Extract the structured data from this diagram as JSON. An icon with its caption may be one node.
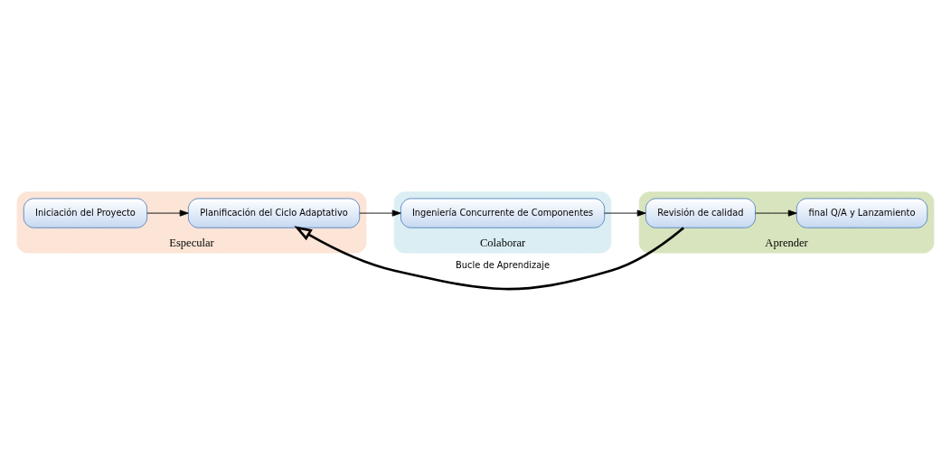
{
  "diagram": {
    "nodes": [
      {
        "text": [
          "Especular"
        ]
      },
      {
        "text": [
          "Iniciación del Proyecto"
        ],
        "in": 0
      },
      {
        "text": [
          "Planificación del Ciclo Adaptativo"
        ],
        "in": 0
      },
      {
        "text": [
          "Colaborar"
        ]
      },
      {
        "text": [
          "Ingeniería Concurrente de Componentes"
        ],
        "in": 3
      },
      {
        "text": [
          "Aprender"
        ]
      },
      {
        "text": [
          "final Q/A y Lanzamiento"
        ],
        "in": 5
      },
      {
        "text": [
          "Revisión de calidad"
        ],
        "in": 5
      }
    ],
    "edges": [
      {
        "from": 1,
        "to": 2,
        "arrow": "to"
      },
      {
        "from": 2,
        "to": 4,
        "arrow": "to"
      },
      {
        "from": 4,
        "to": 7,
        "arrow": "to"
      },
      {
        "from": 7,
        "to": 6,
        "arrow": "to"
      },
      {
        "from": 7,
        "to": 2,
        "arrow": "to",
        "label": "Bucle de Aprendizaje",
        "style": "thick"
      }
    ]
  }
}
